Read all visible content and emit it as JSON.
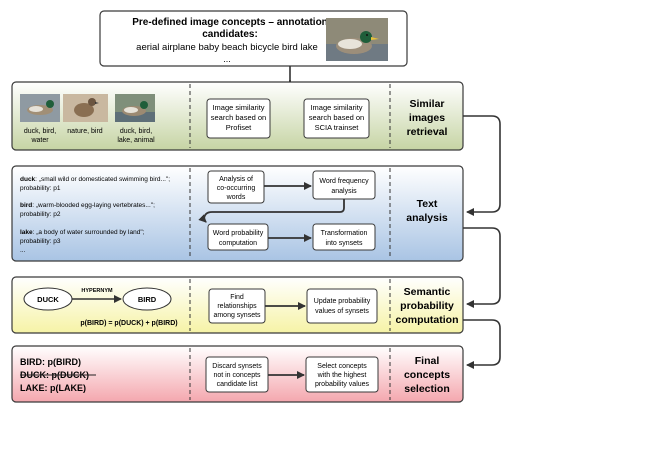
{
  "header": {
    "title_line1": "Pre-defined image concepts – annotation",
    "title_line2": "candidates:",
    "concepts": "aerial airplane baby beach bicycle bird lake",
    "ellipsis": "...",
    "image_icon": "duck-photo"
  },
  "stage1": {
    "thumbnails": [
      {
        "icon": "duck-photo",
        "label_line1": "duck, bird,",
        "label_line2": "water",
        "label_line3": ""
      },
      {
        "icon": "bird-photo",
        "label_line1": "nature, bird",
        "label_line2": "",
        "label_line3": ""
      },
      {
        "icon": "duck-photo",
        "label_line1": "duck, bird,",
        "label_line2": "lake, animal",
        "label_line3": ""
      }
    ],
    "box1": [
      "Image similarity",
      "search based on",
      "Profiset"
    ],
    "box2": [
      "Image similarity",
      "search based on",
      "SCIA  trainset"
    ],
    "title": [
      "Similar",
      "images",
      "retrieval"
    ]
  },
  "stage2": {
    "entries": [
      {
        "word": "duck",
        "definition": ": „small wild or domesticated swimming bird...\";",
        "prob": "probability: p1"
      },
      {
        "word": "bird",
        "definition": ": „warm-blooded egg-laying vertebrates...\";",
        "prob": "probability: p2"
      },
      {
        "word": "lake",
        "definition": ": „a body of water surrounded by land\";",
        "prob": "probability: p3"
      }
    ],
    "ellipsis": "...",
    "box_cooccur": [
      "Analysis of",
      "co-occurring",
      "words"
    ],
    "box_wordfreq": [
      "Word frequency",
      "analysis"
    ],
    "box_wordprob": [
      "Word probability",
      "computation"
    ],
    "box_transform": [
      "Transformation",
      "into synsets"
    ],
    "title": [
      "Text",
      "analysis"
    ]
  },
  "stage3": {
    "duck_label": "DUCK",
    "bird_label": "BIRD",
    "hypernym_label": "HYPERNYM",
    "formula": "p(BIRD) = p(DUCK) + p(BIRD)",
    "box_find": [
      "Find",
      "relationships",
      "among synsets"
    ],
    "box_update": [
      "Update probability",
      "values of synsets"
    ],
    "title": [
      "Semantic",
      "probability",
      "computation"
    ]
  },
  "stage4": {
    "results": [
      {
        "text": "BIRD: p(BIRD)",
        "struck": false
      },
      {
        "text": "DUCK: p(DUCK)",
        "struck": true
      },
      {
        "text": "LAKE: p(LAKE)",
        "struck": false
      }
    ],
    "box_discard": [
      "Discard synsets",
      "not in concepts",
      "candidate list"
    ],
    "box_select": [
      "Select concepts",
      "with the highest",
      "probability values"
    ],
    "title": [
      "Final",
      "concepts",
      "selection"
    ]
  },
  "colors": {
    "green_top": "#ffffff",
    "green_bottom": "#c6d4a4",
    "blue_top": "#ffffff",
    "blue_bottom": "#a9c4e4",
    "yellow_top": "#ffffff",
    "yellow_bottom": "#f6f3a6",
    "red_top": "#ffffff",
    "red_bottom": "#f4a7ae",
    "border": "#3a3a3a"
  }
}
